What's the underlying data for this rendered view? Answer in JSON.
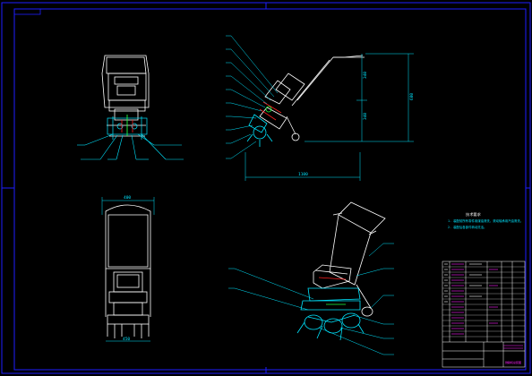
{
  "sheet": {
    "background": "#000000",
    "colors": {
      "frame": "#1e1eff",
      "outline": "#ffffff",
      "dimension": "#00e5ff",
      "leader": "#00e5ff",
      "accent_red": "#ff2020",
      "accent_green": "#20ff40",
      "accent_magenta": "#ff20ff",
      "accent_yellow": "#ffff40"
    }
  },
  "dimensions": {
    "side_height_upper": "340",
    "side_height_lower": "340",
    "side_height_total": "680",
    "side_length": "1100",
    "top_width": "400",
    "top_base": "450"
  },
  "notes": {
    "heading": "技术要求",
    "line1": "1. 装配前所有零件用煤油清洗，滚动轴承用汽油清洗。",
    "line2": "2. 装配后各部件转动灵活。"
  },
  "title_block": {
    "drawing_title": "微耕机总装图"
  },
  "icons": {
    "border": "drawing-frame-icon",
    "tiller": "tiller-icon"
  }
}
